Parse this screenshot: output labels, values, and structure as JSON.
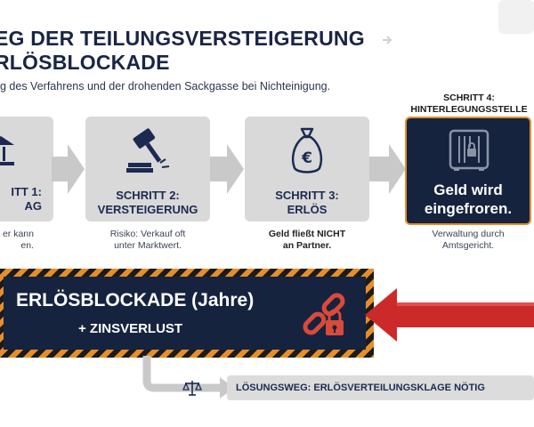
{
  "header": {
    "title_line1": "EG DER TEILUNGSVERSTEIGERUNG",
    "title_line2": "RLÖSBLOCKADE",
    "subtitle": "g des Verfahrens und der drohenden Sackgasse bei Nichteinigung."
  },
  "steps": [
    {
      "label_line1": "ITT 1:",
      "label_line2": "AG",
      "note_line1": "er kann",
      "note_line2": "en.",
      "icon": "bank-icon"
    },
    {
      "label_line1": "SCHRITT 2:",
      "label_line2": "VERSTEIGERUNG",
      "note_line1": "Risiko: Verkauf oft",
      "note_line2": "unter Marktwert.",
      "icon": "gavel-icon"
    },
    {
      "label_line1": "SCHRITT 3:",
      "label_line2": "ERLÖS",
      "note_line1": "Geld fließt NICHT",
      "note_line2": "an Partner.",
      "icon": "money-bag-icon"
    },
    {
      "head_line1": "SCHRITT 4:",
      "head_line2": "HINTERLEGUNGSSTELLE",
      "label_line1": "Geld wird",
      "label_line2": "eingefroren.",
      "note_line1": "Verwaltung durch",
      "note_line2": "Amtsgericht.",
      "icon": "vault-icon"
    }
  ],
  "blockade": {
    "title": "ERLÖSBLOCKADE (Jahre)",
    "subtitle": "+ ZINSVERLUST",
    "icon": "broken-chain-lock-icon"
  },
  "solution": {
    "text": "LÖSUNGSWEG: ERLÖSVERTEILUNGSKLAGE NÖTIG",
    "icon": "scales-icon"
  },
  "colors": {
    "navy": "#16233f",
    "orange": "#e58e2b",
    "red": "#cc2a2a",
    "gray_box": "#d9d9d9"
  }
}
